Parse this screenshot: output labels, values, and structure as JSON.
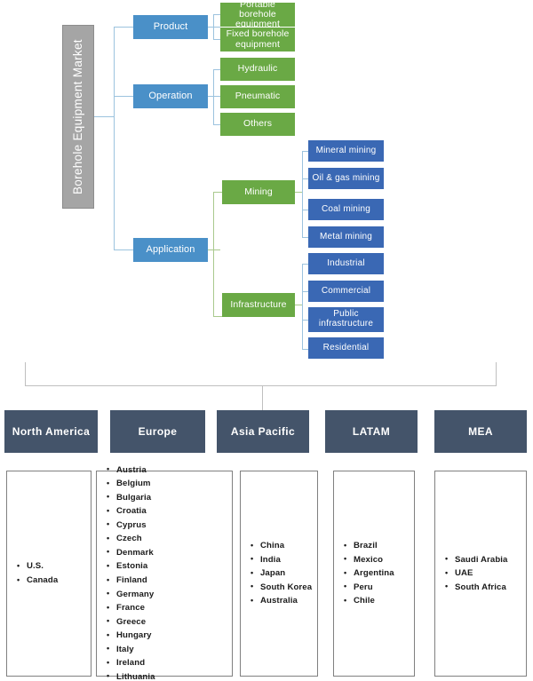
{
  "diagram": {
    "root": {
      "label": "Borehole Equipment Market"
    },
    "segments": [
      {
        "label": "Product"
      },
      {
        "label": "Operation"
      },
      {
        "label": "Application"
      }
    ],
    "product_items": [
      {
        "label": "Portable borehole equipment"
      },
      {
        "label": "Fixed borehole equipment"
      }
    ],
    "operation_items": [
      {
        "label": "Hydraulic"
      },
      {
        "label": "Pneumatic"
      },
      {
        "label": "Others"
      }
    ],
    "application_groups": [
      {
        "label": "Mining"
      },
      {
        "label": "Infrastructure"
      }
    ],
    "mining_items": [
      {
        "label": "Mineral mining"
      },
      {
        "label": "Oil & gas mining"
      },
      {
        "label": "Coal mining"
      },
      {
        "label": "Metal mining"
      }
    ],
    "infrastructure_items": [
      {
        "label": "Industrial"
      },
      {
        "label": "Commercial"
      },
      {
        "label": "Public infrastructure"
      },
      {
        "label": "Residential"
      }
    ]
  },
  "regions": [
    {
      "name": "North America",
      "countries": [
        "U.S.",
        "Canada"
      ]
    },
    {
      "name": "Europe",
      "countries": [
        "Austria",
        "Belgium",
        "Bulgaria",
        "Croatia",
        "Cyprus",
        "Czech",
        "Denmark",
        "Estonia",
        "Finland",
        "Germany",
        "France",
        "Greece",
        "Hungary",
        "Italy",
        "Ireland",
        "Lithuania"
      ]
    },
    {
      "name": "Asia Pacific",
      "countries": [
        "China",
        "India",
        "Japan",
        "South Korea",
        "Australia"
      ]
    },
    {
      "name": "LATAM",
      "countries": [
        "Brazil",
        "Mexico",
        "Argentina",
        "Peru",
        "Chile"
      ]
    },
    {
      "name": "MEA",
      "countries": [
        "Saudi Arabia",
        "UAE",
        "South Africa"
      ]
    }
  ],
  "colors": {
    "root_gray": "#a5a5a5",
    "segment_blue": "#4a90c8",
    "sub_green": "#6aa945",
    "item_darkblue": "#3a68b4",
    "region_header": "#44546a",
    "connector_blue": "#9cc3de",
    "connector_green": "#a9c98d",
    "connector_gray": "#bfbfbf"
  }
}
